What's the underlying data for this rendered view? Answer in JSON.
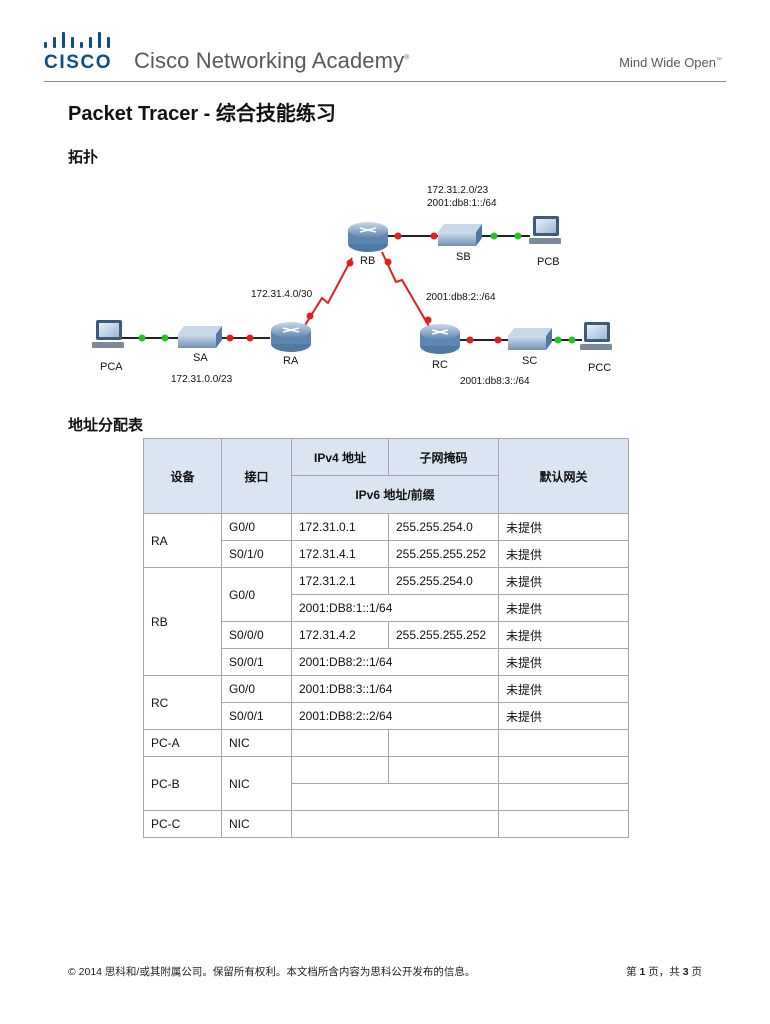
{
  "header": {
    "logo_word": "CISCO",
    "academy_name": "Cisco Networking Academy",
    "academy_mark": "®",
    "tagline": "Mind Wide Open",
    "tagline_mark": "™"
  },
  "title": "Packet Tracer - 综合技能练习",
  "topology": {
    "heading": "拓扑",
    "devices": {
      "ra": "RA",
      "rb": "RB",
      "rc": "RC",
      "sa": "SA",
      "sb": "SB",
      "sc": "SC",
      "pca": "PCA",
      "pcb": "PCB",
      "pcc": "PCC"
    },
    "networks": {
      "rb_lan_v4": "172.31.2.0/23",
      "rb_lan_v6": "2001:db8:1::/64",
      "ra_rb_link": "172.31.4.0/30",
      "rb_rc_link": "2001:db8:2::/64",
      "ra_lan": "172.31.0.0/23",
      "rc_lan": "2001:db8:3::/64"
    },
    "colors": {
      "link": "#222222",
      "serial": "#e0201b",
      "port_up": "#22c322",
      "port_down": "#e0201b",
      "router": "#6f93b8",
      "switch": "#6f93b8"
    }
  },
  "addressing": {
    "heading": "地址分配表",
    "headers": {
      "device": "设备",
      "interface": "接口",
      "ipv4": "IPv4 地址",
      "mask": "子网掩码",
      "ipv6": "IPv6 地址/前缀",
      "gateway": "默认网关"
    },
    "ra": {
      "name": "RA",
      "r1": {
        "iface": "G0/0",
        "ip": "172.31.0.1",
        "mask": "255.255.254.0",
        "gw": "未提供"
      },
      "r2": {
        "iface": "S0/1/0",
        "ip": "172.31.4.1",
        "mask": "255.255.255.252",
        "gw": "未提供"
      }
    },
    "rb": {
      "name": "RB",
      "g00_iface": "G0/0",
      "g00_v4": "172.31.2.1",
      "g00_mask": "255.255.254.0",
      "g00_v4_gw": "未提供",
      "g00_v6": "2001:DB8:1::1/64",
      "g00_v6_gw": "未提供",
      "s000_iface": "S0/0/0",
      "s000_ip": "172.31.4.2",
      "s000_mask": "255.255.255.252",
      "s000_gw": "未提供",
      "s001_iface": "S0/0/1",
      "s001_v6": "2001:DB8:2::1/64",
      "s001_gw": "未提供"
    },
    "rc": {
      "name": "RC",
      "r1": {
        "iface": "G0/0",
        "v6": "2001:DB8:3::1/64",
        "gw": "未提供"
      },
      "r2": {
        "iface": "S0/0/1",
        "v6": "2001:DB8:2::2/64",
        "gw": "未提供"
      }
    },
    "pca": {
      "name": "PC-A",
      "iface": "NIC"
    },
    "pcb": {
      "name": "PC-B",
      "iface": "NIC"
    },
    "pcc": {
      "name": "PC-C",
      "iface": "NIC"
    }
  },
  "footer": {
    "copyright": "© 2014 思科和/或其附属公司。保留所有权利。本文档所含内容为思科公开发布的信息。",
    "page_prefix": "第 ",
    "page_current": "1",
    "page_middle": " 页，共 ",
    "page_total": "3",
    "page_suffix": " 页"
  }
}
